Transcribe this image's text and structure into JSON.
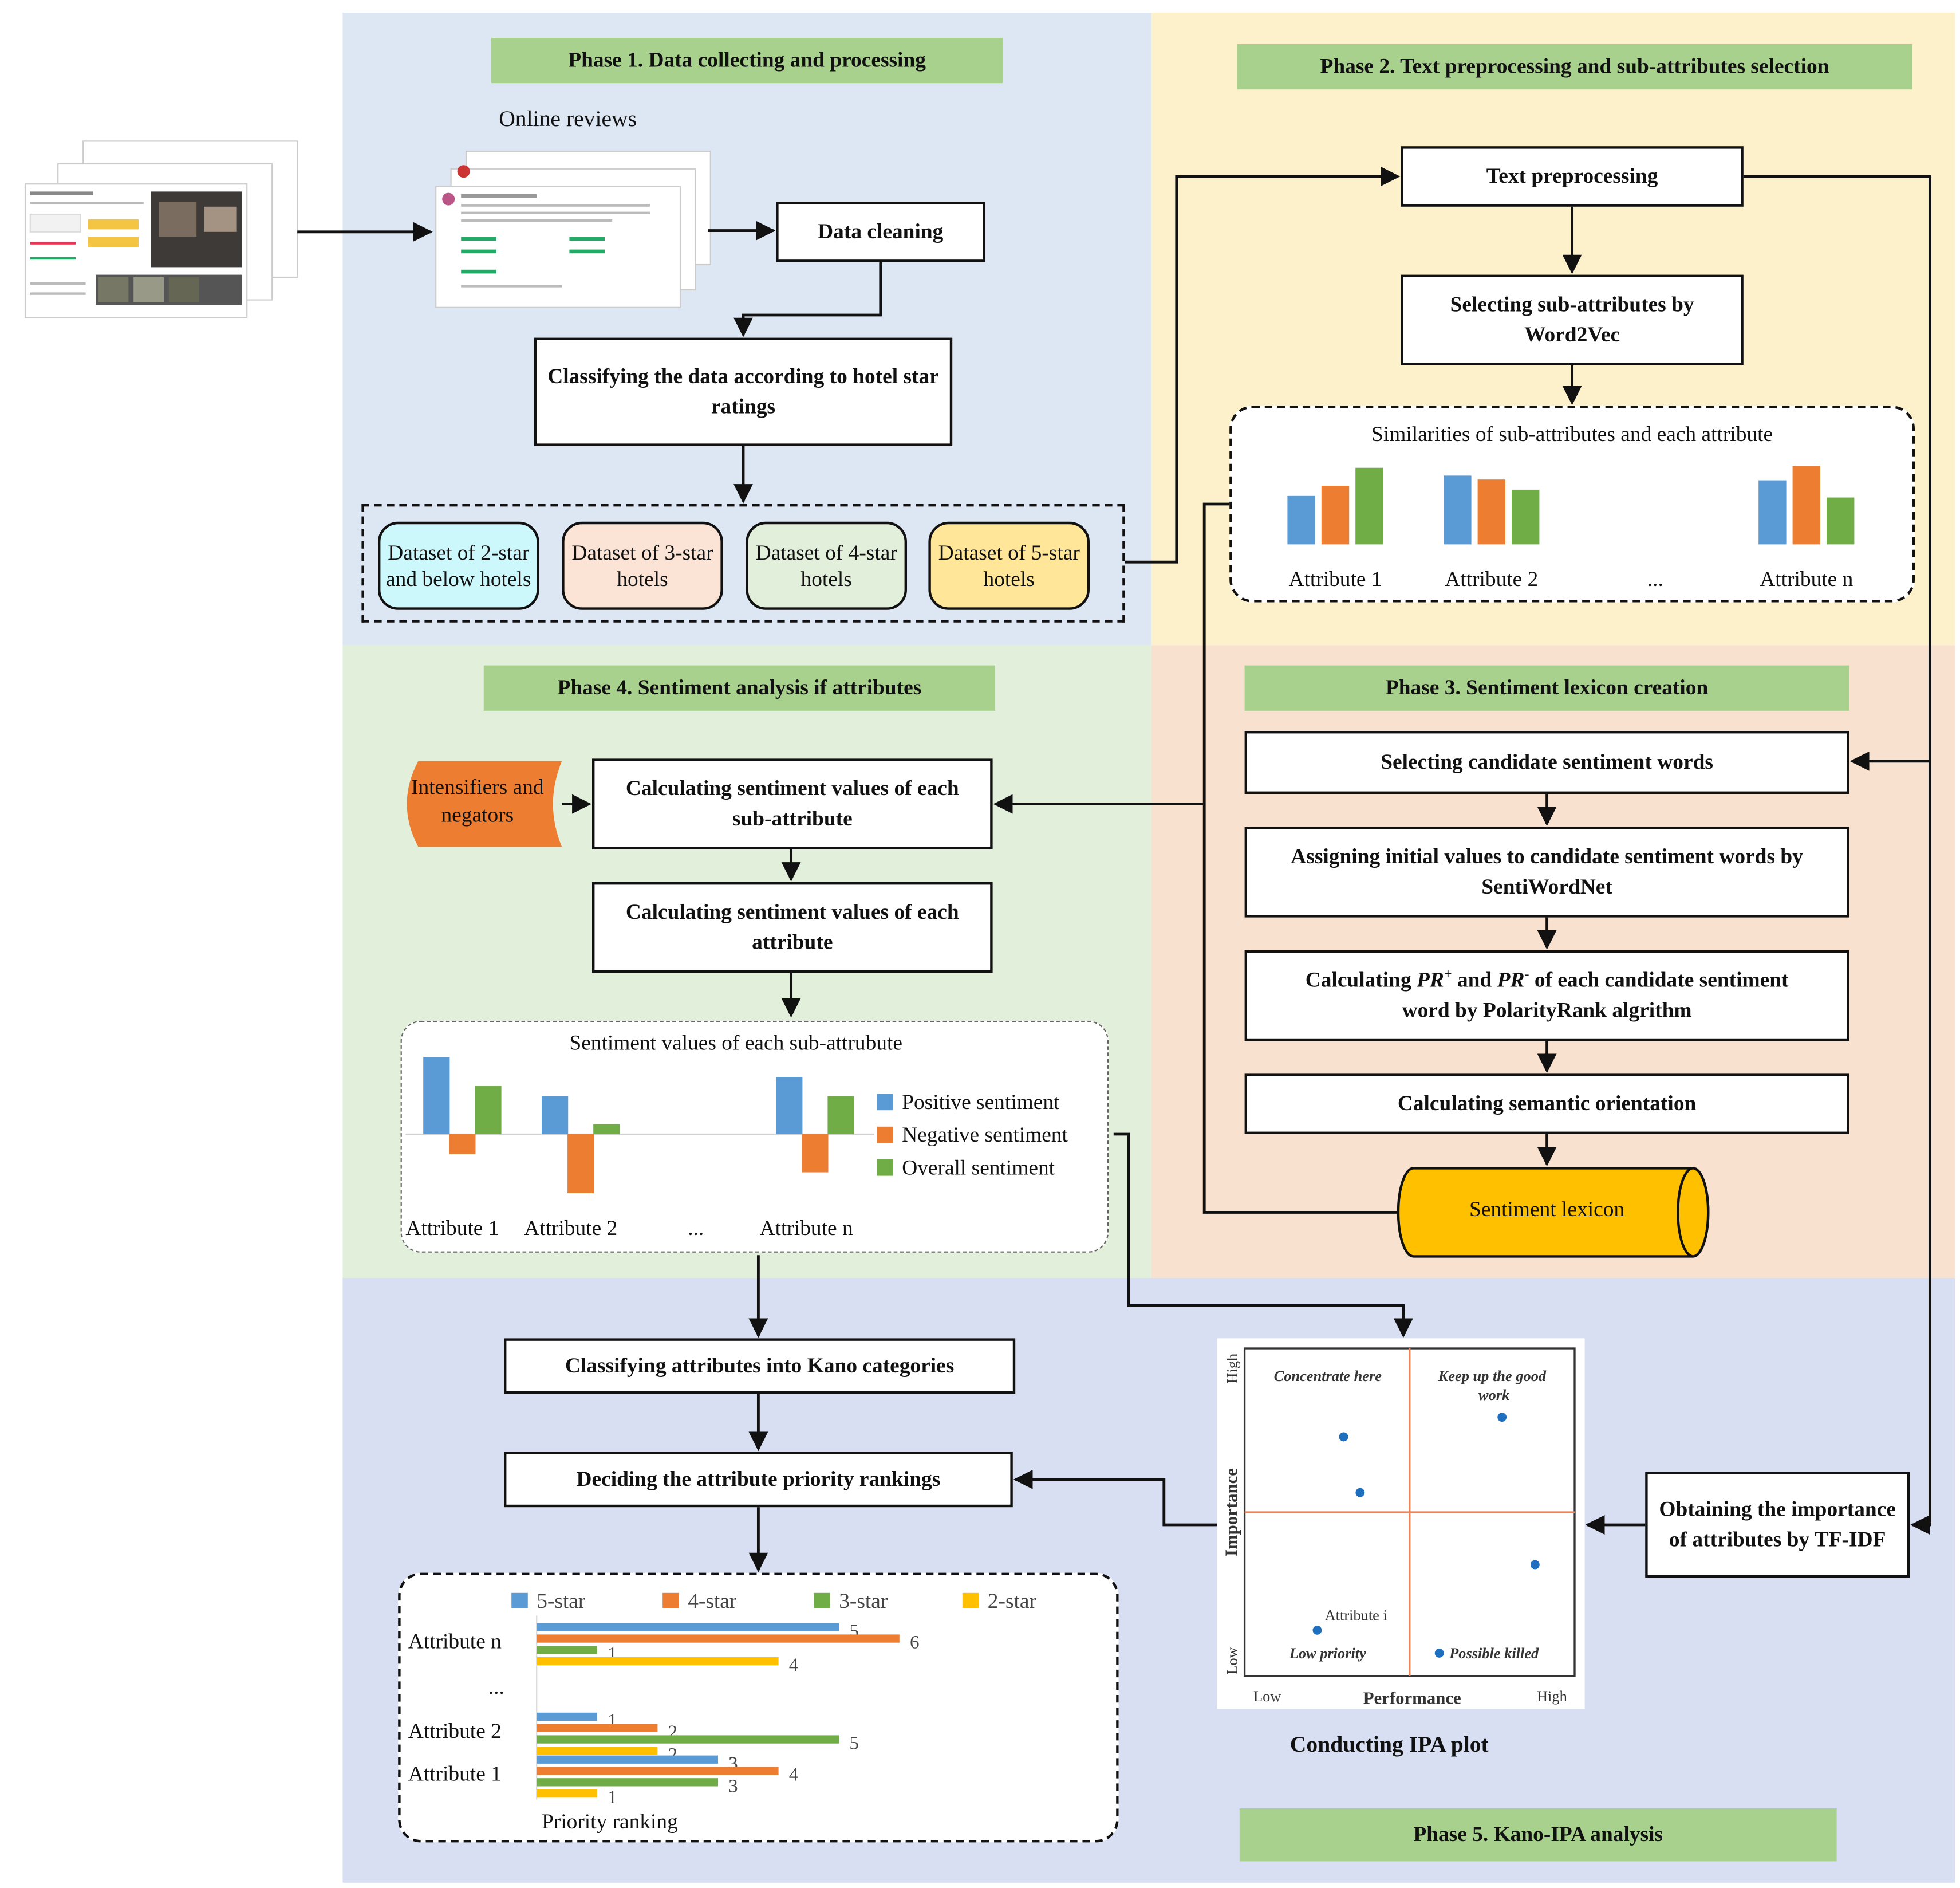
{
  "phases": {
    "p1": {
      "title": "Phase 1. Data collecting and processing"
    },
    "p2": {
      "title": "Phase 2. Text preprocessing and sub-attributes selection"
    },
    "p3": {
      "title": "Phase 3. Sentiment lexicon creation"
    },
    "p4": {
      "title": "Phase 4. Sentiment analysis if attributes"
    },
    "p5": {
      "title": "Phase 5. Kano-IPA analysis"
    }
  },
  "colors": {
    "phase1_bg": "#dde7f3",
    "phase2_bg": "#fdf1cc",
    "phase3_bg": "#f8e1cf",
    "phase4_bg": "#e2efda",
    "phase5_bg": "#d9dff2",
    "title_green": "#a9d18e",
    "blue": "#5b9bd5",
    "orange": "#ed7d31",
    "green": "#70ad47",
    "yellow": "#ffc000"
  },
  "p1": {
    "online_reviews": "Online reviews",
    "data_cleaning": "Data cleaning",
    "classifying": "Classifying the data according to hotel star ratings",
    "datasets": [
      {
        "label": "Dataset of 2-star and below hotels",
        "color": "#ccf7fb"
      },
      {
        "label": "Dataset of 3-star hotels",
        "color": "#fbe4d5"
      },
      {
        "label": "Dataset of 4-star hotels",
        "color": "#e2efda"
      },
      {
        "label": "Dataset of 5-star hotels",
        "color": "#ffe699"
      }
    ]
  },
  "p2": {
    "text_preprocessing": "Text preprocessing",
    "selecting_sub": "Selecting sub-attributes by Word2Vec",
    "similarities_title": "Similarities of sub-attributes and each attribute",
    "attr_labels": [
      "Attribute 1",
      "Attribute 2",
      "...",
      "Attribute n"
    ]
  },
  "p3": {
    "selecting_candidate": "Selecting candidate sentiment words",
    "assigning": "Assigning initial values to candidate sentiment words by SentiWordNet",
    "calc_pr_prefix": "Calculating ",
    "pr_plus": "PR",
    "pr_plus_sup": "+",
    "and": " and ",
    "pr_minus": "PR",
    "pr_minus_sup": "-",
    "calc_pr_suffix": " of each candidate sentiment",
    "calc_pr_line2": "word by PolarityRank algrithm",
    "semantic": "Calculating semantic orientation",
    "lexicon": "Sentiment lexicon"
  },
  "p4": {
    "intensifiers": "Intensifiers and negators",
    "calc_sub": "Calculating sentiment values of each sub-attribute",
    "calc_attr": "Calculating sentiment values of each attribute",
    "chart_title": "Sentiment values of each sub-attrubute",
    "legend": [
      "Positive sentiment",
      "Negative sentiment",
      "Overall sentiment"
    ],
    "attr_labels": [
      "Attribute 1",
      "Attribute 2",
      "...",
      "Attribute n"
    ]
  },
  "p5": {
    "kano": "Classifying attributes into Kano categories",
    "deciding": "Deciding the attribute priority rankings",
    "obtaining": "Obtaining the importance of attributes by TF-IDF",
    "ipa_caption": "Conducting IPA plot",
    "ipa": {
      "y_axis": "Importance",
      "x_axis": "Performance",
      "high": "High",
      "low": "Low",
      "x_low": "Low",
      "x_high": "High",
      "q_tl": "Concentrate here",
      "q_tr": "Keep up the good work",
      "q_bl": "Low priority",
      "q_br": "Possible killed",
      "point_label": "Attribute i"
    }
  },
  "chart_data": [
    {
      "type": "bar",
      "title": "Similarities of sub-attributes and each attribute",
      "categories": [
        "Attribute 1",
        "Attribute 2",
        "...",
        "Attribute n"
      ],
      "series": [
        {
          "color": "#5b9bd5",
          "values": [
            0.62,
            0.88,
            null,
            0.82
          ]
        },
        {
          "color": "#ed7d31",
          "values": [
            0.75,
            0.83,
            null,
            1.0
          ]
        },
        {
          "color": "#70ad47",
          "values": [
            0.98,
            0.7,
            null,
            0.6
          ]
        }
      ]
    },
    {
      "type": "bar",
      "title": "Sentiment values of each sub-attrubute",
      "categories": [
        "Attribute 1",
        "Attribute 2",
        "...",
        "Attribute n"
      ],
      "series": [
        {
          "name": "Positive sentiment",
          "color": "#5b9bd5",
          "values": [
            0.85,
            0.42,
            null,
            0.63
          ]
        },
        {
          "name": "Negative sentiment",
          "color": "#ed7d31",
          "values": [
            -0.22,
            -0.65,
            null,
            -0.42
          ]
        },
        {
          "name": "Overall sentiment",
          "color": "#70ad47",
          "values": [
            0.53,
            0.11,
            null,
            0.42
          ]
        }
      ]
    },
    {
      "type": "bar",
      "orientation": "horizontal",
      "xlabel": "Priority ranking",
      "categories": [
        "Attribute n",
        "...",
        "Attribute 2",
        "Attribute 1"
      ],
      "series": [
        {
          "name": "5-star",
          "color": "#5b9bd5",
          "values": [
            5,
            null,
            1,
            3
          ]
        },
        {
          "name": "4-star",
          "color": "#ed7d31",
          "values": [
            6,
            null,
            2,
            4
          ]
        },
        {
          "name": "3-star",
          "color": "#70ad47",
          "values": [
            1,
            null,
            5,
            3
          ]
        },
        {
          "name": "2-star",
          "color": "#ffc000",
          "values": [
            4,
            null,
            2,
            1
          ]
        }
      ]
    },
    {
      "type": "scatter",
      "xlabel": "Performance",
      "ylabel": "Importance",
      "points": [
        {
          "x": 0.3,
          "y": 0.73
        },
        {
          "x": 0.35,
          "y": 0.56
        },
        {
          "x": 0.78,
          "y": 0.79
        },
        {
          "x": 0.88,
          "y": 0.34
        },
        {
          "x": 0.22,
          "y": 0.14,
          "label": "Attribute i"
        },
        {
          "x": 0.59,
          "y": 0.07
        }
      ]
    }
  ]
}
